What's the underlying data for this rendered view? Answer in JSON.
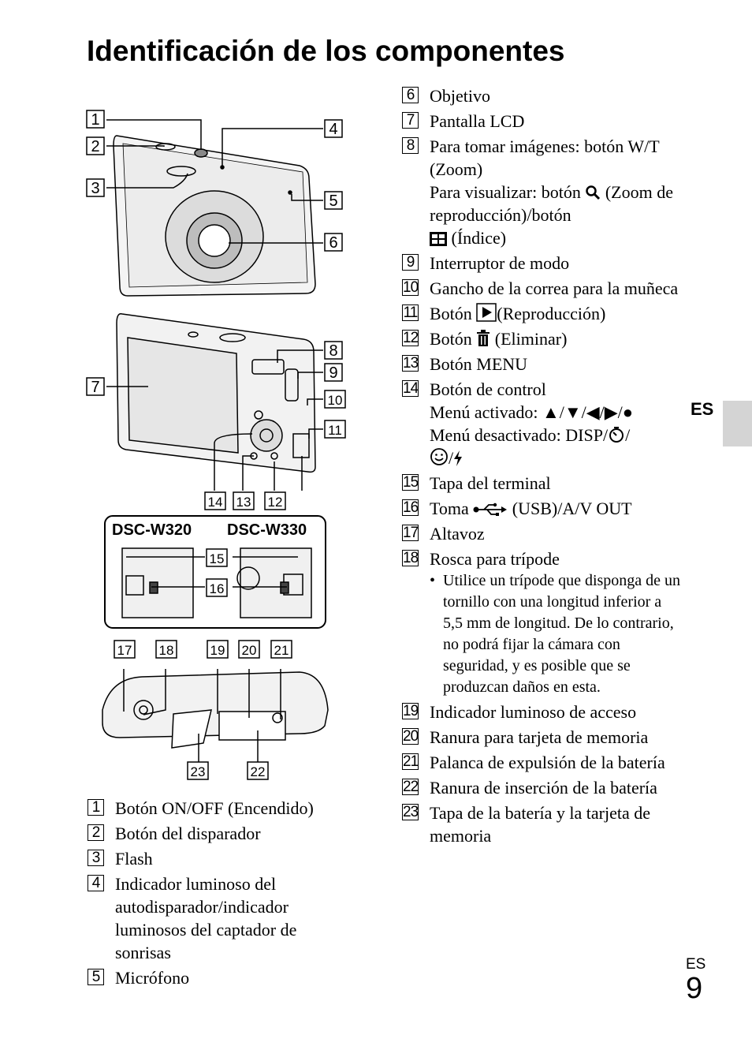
{
  "title": "Identificación de los componentes",
  "side_tab": "ES",
  "footer": {
    "lang": "ES",
    "page": "9"
  },
  "diagram": {
    "callouts_top": [
      "1",
      "2",
      "3",
      "4",
      "5",
      "6"
    ],
    "callouts_back": [
      "7",
      "8",
      "9",
      "10",
      "11",
      "14",
      "13",
      "12"
    ],
    "models": [
      "DSC-W320",
      "DSC-W330"
    ],
    "callouts_models": [
      "15",
      "16"
    ],
    "callouts_bottom_top": [
      "17",
      "18",
      "19",
      "20",
      "21"
    ],
    "callouts_bottom_low": [
      "23",
      "22"
    ]
  },
  "left_list": [
    {
      "num": "1",
      "lines": [
        "Botón ON/OFF (Encendido)"
      ]
    },
    {
      "num": "2",
      "lines": [
        "Botón del disparador"
      ]
    },
    {
      "num": "3",
      "lines": [
        "Flash"
      ]
    },
    {
      "num": "4",
      "lines": [
        "Indicador luminoso del autodisparador/indicador luminosos del captador de sonrisas"
      ]
    },
    {
      "num": "5",
      "lines": [
        "Micrófono"
      ]
    }
  ],
  "right_list": {
    "i6": {
      "num": "6",
      "text": "Objetivo"
    },
    "i7": {
      "num": "7",
      "text": "Pantalla LCD"
    },
    "i8": {
      "num": "8",
      "text": "Para tomar imágenes: botón W/T (Zoom)",
      "l2a": "Para visualizar: botón",
      "l2b": "(Zoom de reproducción)/botón",
      "l3": "(Índice)"
    },
    "i9": {
      "num": "9",
      "text": "Interruptor de modo"
    },
    "i10": {
      "num": "10",
      "text": "Gancho de la correa para la muñeca"
    },
    "i11": {
      "num": "11",
      "a": "Botón",
      "b": "(Reproducción)"
    },
    "i12": {
      "num": "12",
      "a": "Botón",
      "b": "(Eliminar)"
    },
    "i13": {
      "num": "13",
      "text": "Botón MENU"
    },
    "i14": {
      "num": "14",
      "text": "Botón de control",
      "l2": "Menú activado: ▲/▼/◀/▶/●",
      "l3": "Menú desactivado: DISP/",
      "l4": "/"
    },
    "i15": {
      "num": "15",
      "text": "Tapa del terminal"
    },
    "i16": {
      "num": "16",
      "a": "Toma",
      "b": "(USB)/A/V OUT"
    },
    "i17": {
      "num": "17",
      "text": "Altavoz"
    },
    "i18": {
      "num": "18",
      "text": "Rosca para trípode",
      "bullet": "Utilice un trípode que disponga de un tornillo con una longitud inferior a 5,5 mm de longitud. De lo contrario, no podrá fijar la cámara con seguridad, y es posible que se produzcan daños en esta."
    },
    "i19": {
      "num": "19",
      "text": "Indicador luminoso de acceso"
    },
    "i20": {
      "num": "20",
      "text": "Ranura para tarjeta de memoria"
    },
    "i21": {
      "num": "21",
      "text": "Palanca de expulsión de la batería"
    },
    "i22": {
      "num": "22",
      "text": "Ranura de inserción de la batería"
    },
    "i23": {
      "num": "23",
      "text": "Tapa de la batería y la tarjeta de memoria"
    }
  }
}
